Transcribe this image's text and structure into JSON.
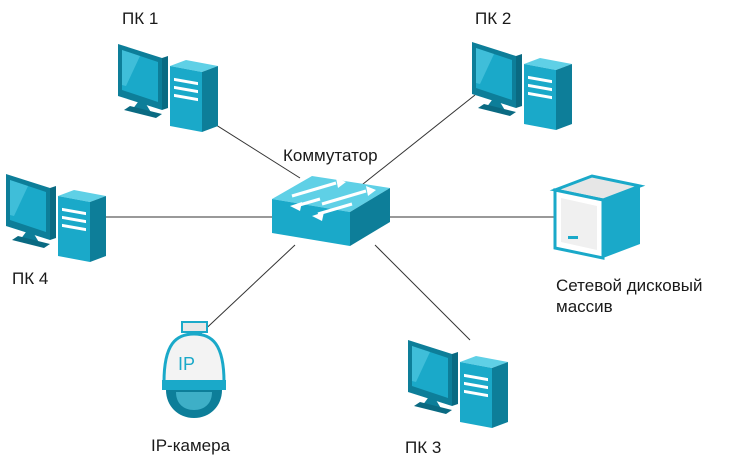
{
  "nodes": {
    "switch": {
      "label": "Коммутатор"
    },
    "pc1": {
      "label": "ПК 1"
    },
    "pc2": {
      "label": "ПК 2"
    },
    "pc3": {
      "label": "ПК 3"
    },
    "pc4": {
      "label": "ПК 4"
    },
    "nas": {
      "label_line1": "Сетевой дисковый",
      "label_line2": "массив"
    },
    "camera": {
      "label": "IP-камера",
      "badge": "IP"
    }
  },
  "colors": {
    "accent": "#1aa9c9",
    "accent_dark": "#0d7e99",
    "accent_light": "#5fd0e6",
    "line": "#333333",
    "camera_body": "#f3f3f3"
  },
  "icons": [
    "switch-icon",
    "computer-icon",
    "nas-icon",
    "ip-camera-icon"
  ]
}
